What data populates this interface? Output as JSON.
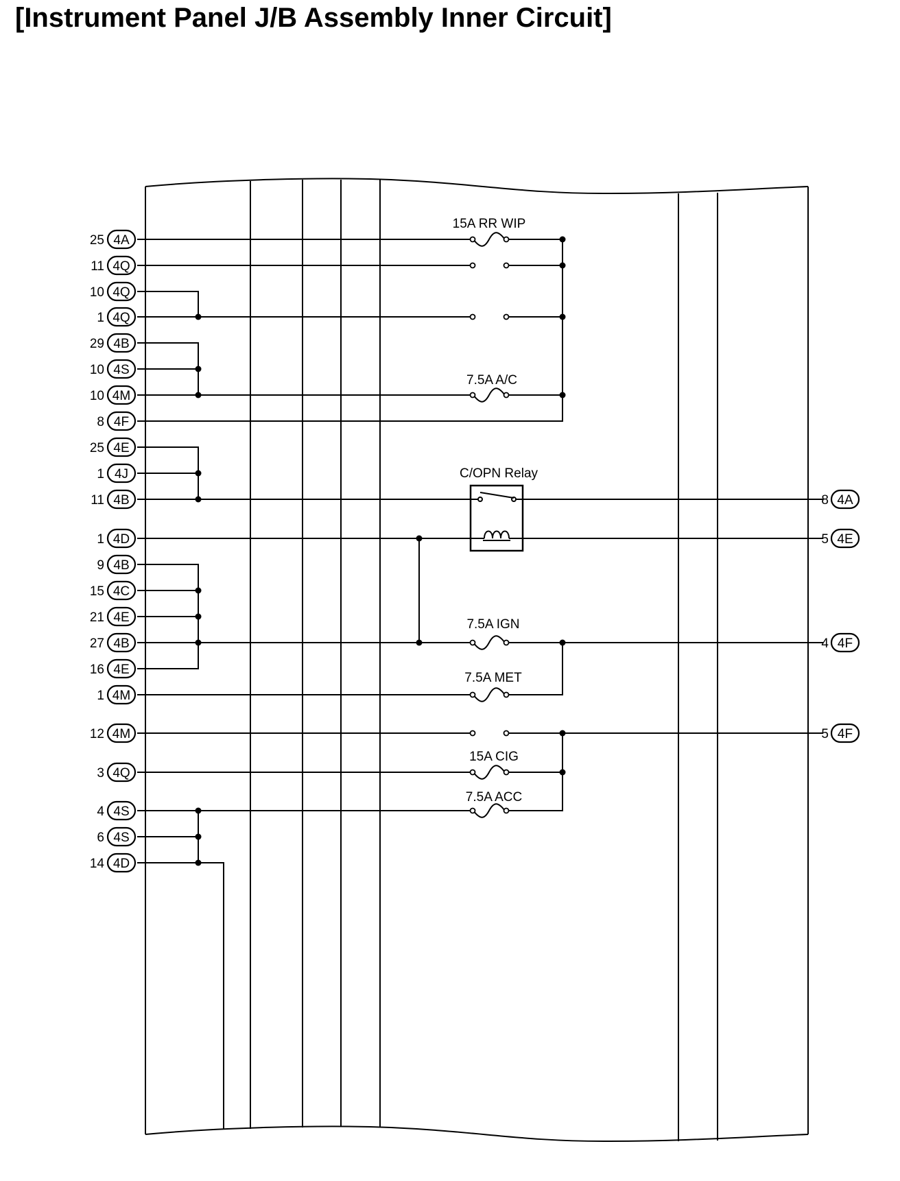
{
  "title": "[Instrument Panel J/B Assembly Inner Circuit]",
  "left_terminals": [
    {
      "pin": "25",
      "connector": "4A"
    },
    {
      "pin": "11",
      "connector": "4Q"
    },
    {
      "pin": "10",
      "connector": "4Q"
    },
    {
      "pin": "1",
      "connector": "4Q"
    },
    {
      "pin": "29",
      "connector": "4B"
    },
    {
      "pin": "10",
      "connector": "4S"
    },
    {
      "pin": "10",
      "connector": "4M"
    },
    {
      "pin": "8",
      "connector": "4F"
    },
    {
      "pin": "25",
      "connector": "4E"
    },
    {
      "pin": "1",
      "connector": "4J"
    },
    {
      "pin": "11",
      "connector": "4B"
    },
    {
      "pin": "1",
      "connector": "4D"
    },
    {
      "pin": "9",
      "connector": "4B"
    },
    {
      "pin": "15",
      "connector": "4C"
    },
    {
      "pin": "21",
      "connector": "4E"
    },
    {
      "pin": "27",
      "connector": "4B"
    },
    {
      "pin": "16",
      "connector": "4E"
    },
    {
      "pin": "1",
      "connector": "4M"
    },
    {
      "pin": "12",
      "connector": "4M"
    },
    {
      "pin": "3",
      "connector": "4Q"
    },
    {
      "pin": "4",
      "connector": "4S"
    },
    {
      "pin": "6",
      "connector": "4S"
    },
    {
      "pin": "14",
      "connector": "4D"
    }
  ],
  "right_terminals": [
    {
      "pin": "8",
      "connector": "4A"
    },
    {
      "pin": "5",
      "connector": "4E"
    },
    {
      "pin": "4",
      "connector": "4F"
    },
    {
      "pin": "5",
      "connector": "4F"
    }
  ],
  "fuses": [
    {
      "label": "15A RR WIP"
    },
    {
      "label": "7.5A A/C"
    },
    {
      "label": "7.5A IGN"
    },
    {
      "label": "7.5A MET"
    },
    {
      "label": "15A CIG"
    },
    {
      "label": "7.5A ACC"
    }
  ],
  "relay": {
    "label": "C/OPN Relay"
  },
  "colors": {
    "line": "#000000",
    "background": "#ffffff"
  }
}
